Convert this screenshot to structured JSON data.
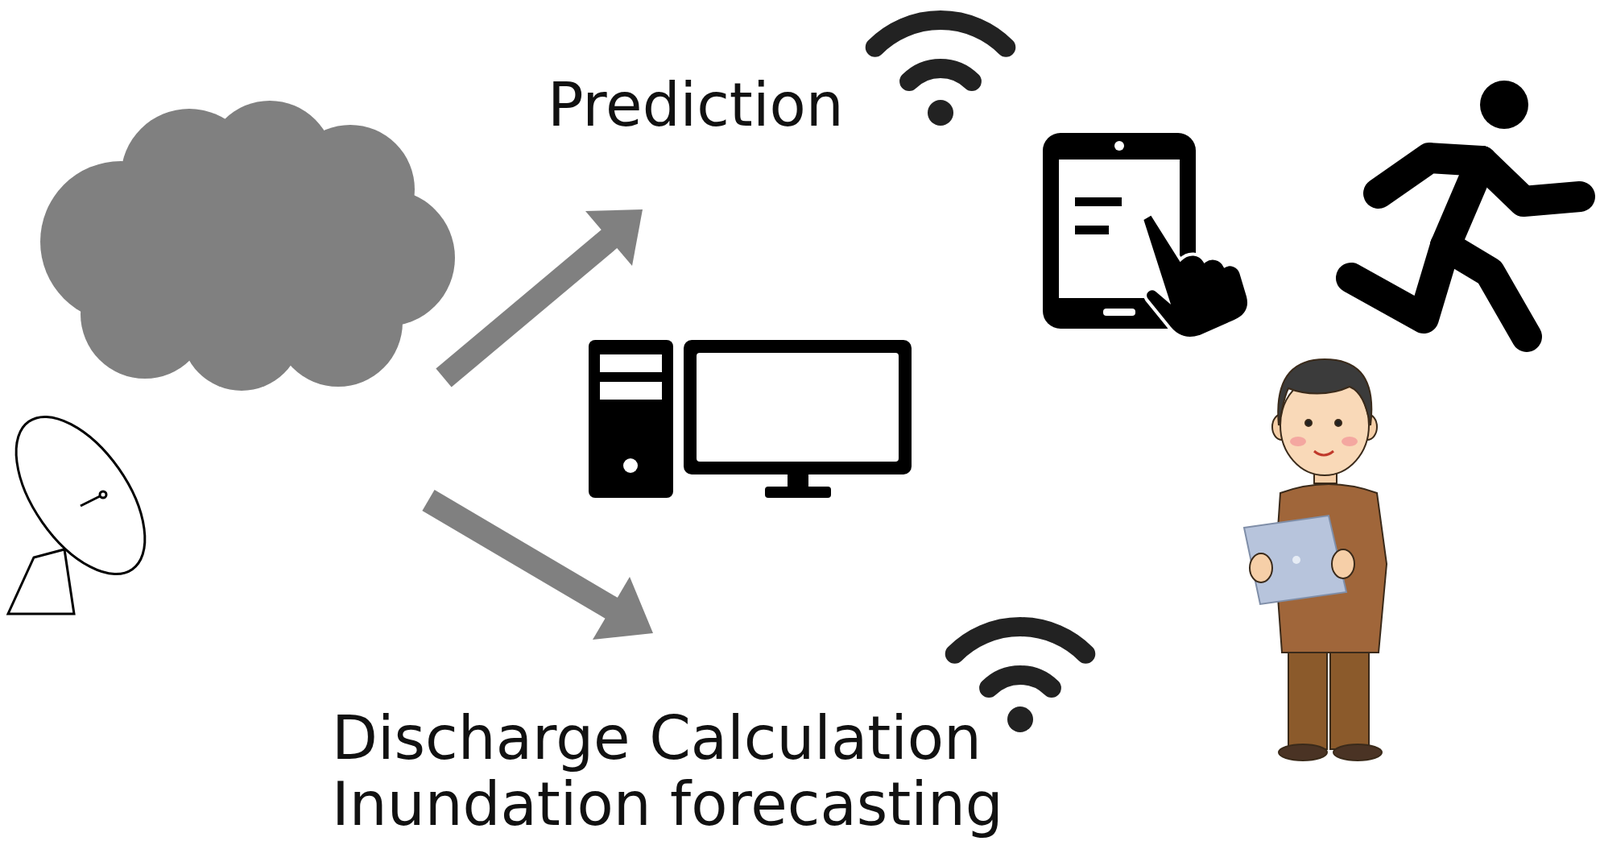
{
  "diagram": {
    "labels": [
      "Prediction",
      "Discharge Calculation",
      "Inundation forecasting"
    ]
  }
}
